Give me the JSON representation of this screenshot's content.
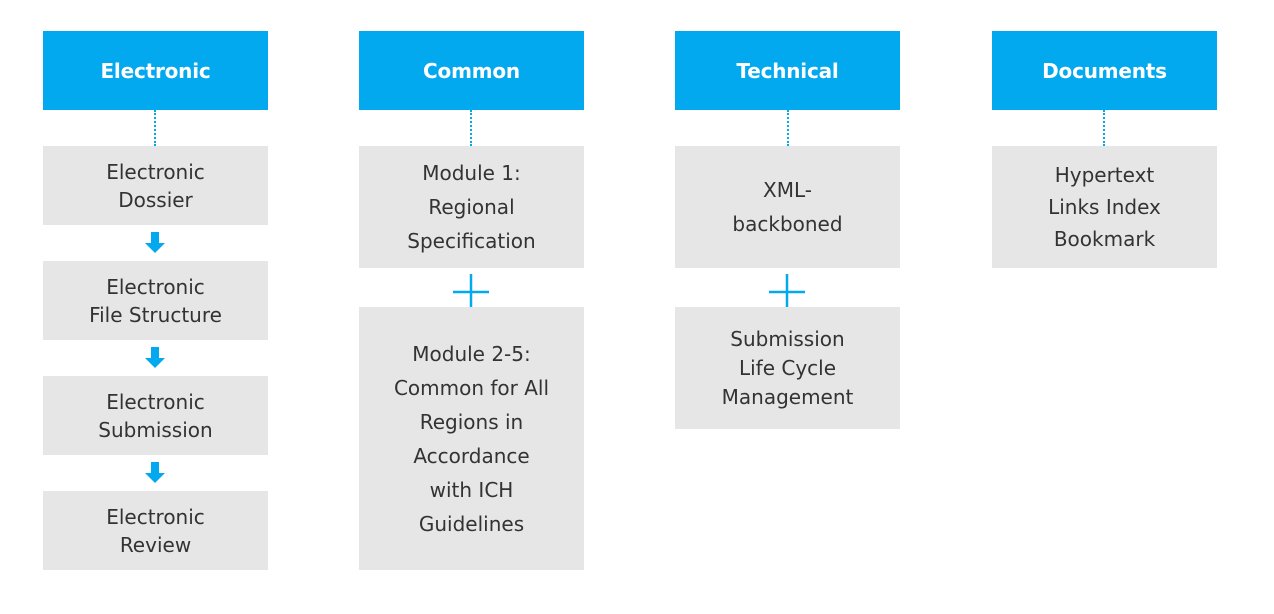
{
  "columns": [
    {
      "header": "Electronic",
      "boxes": [
        "Electronic\nDossier",
        "Electronic\nFile Structure",
        "Electronic\nSubmission",
        "Electronic\nReview"
      ]
    },
    {
      "header": "Common",
      "boxes": [
        "Module 1:\nRegional\nSpecification",
        "Module 2-5:\nCommon for All\nRegions in\nAccordance\nwith ICH\nGuidelines"
      ]
    },
    {
      "header": "Technical",
      "boxes": [
        "XML-\nbackboned",
        "Submission\nLife Cycle\nManagement"
      ]
    },
    {
      "header": "Documents",
      "boxes": [
        "Hypertext\nLinks Index\nBookmark"
      ]
    }
  ],
  "colors": {
    "header": "#03a9ef",
    "box": "#e6e6e6",
    "text": "#333333",
    "connector": "#03a9ef"
  },
  "icons": {
    "sequence_connector": "down-arrow-icon",
    "combine_connector": "plus-icon"
  }
}
